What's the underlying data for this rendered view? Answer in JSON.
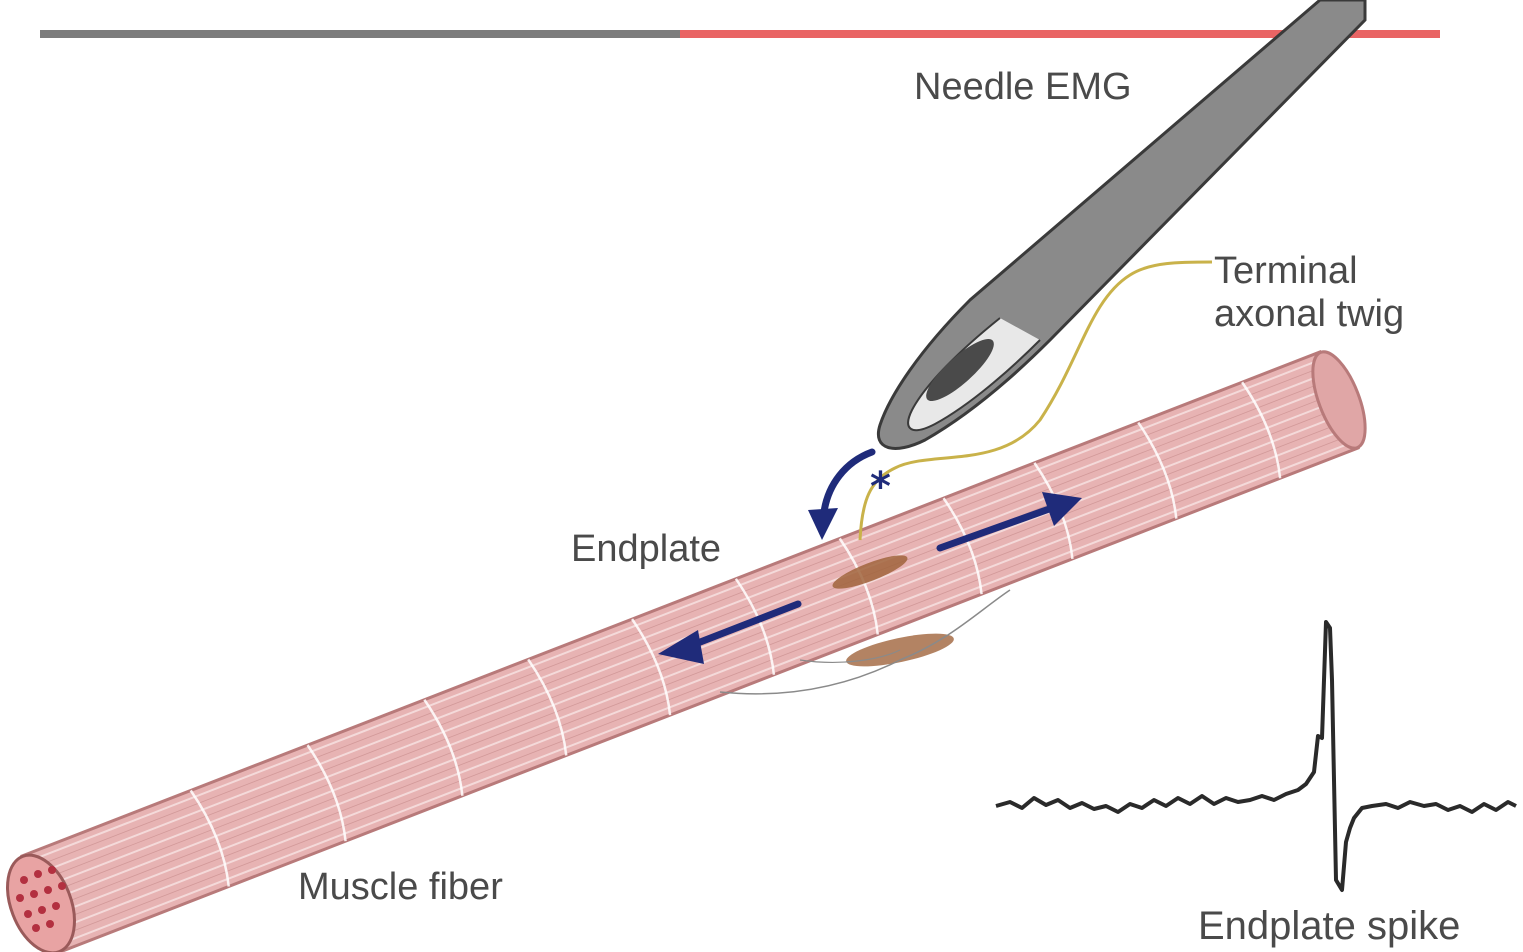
{
  "labels": {
    "needle": "Needle EMG",
    "terminal_line1": "Terminal",
    "terminal_line2": "axonal twig",
    "endplate": "Endplate",
    "muscle": "Muscle fiber",
    "spike": "Endplate spike"
  },
  "colors": {
    "muscle_fill": "#e7b3b3",
    "muscle_stripe": "#f6dede",
    "muscle_dark": "#b87a7a",
    "needle_body": "#8a8a8a",
    "needle_outline": "#4a4a4a",
    "nerve": "#c9b24a",
    "arrow": "#1f2b7a",
    "endplate": "#a0643c",
    "fiber_dot": "#b33040",
    "trace": "#2a2a2a",
    "text": "#4a4a4a",
    "artifact_red": "#e23030"
  }
}
